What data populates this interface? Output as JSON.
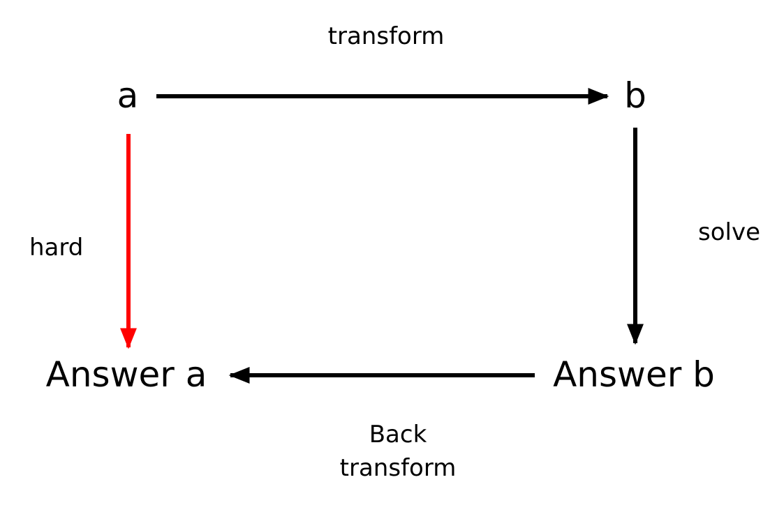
{
  "nodes": {
    "a": "a",
    "b": "b",
    "answer_a": "Answer a",
    "answer_b": "Answer b"
  },
  "edges": {
    "transform": "transform",
    "hard": "hard",
    "solve": "solve",
    "back_transform_line1": "Back",
    "back_transform_line2": "transform"
  },
  "colors": {
    "default_arrow": "#000000",
    "hard_arrow": "#ff0000"
  }
}
